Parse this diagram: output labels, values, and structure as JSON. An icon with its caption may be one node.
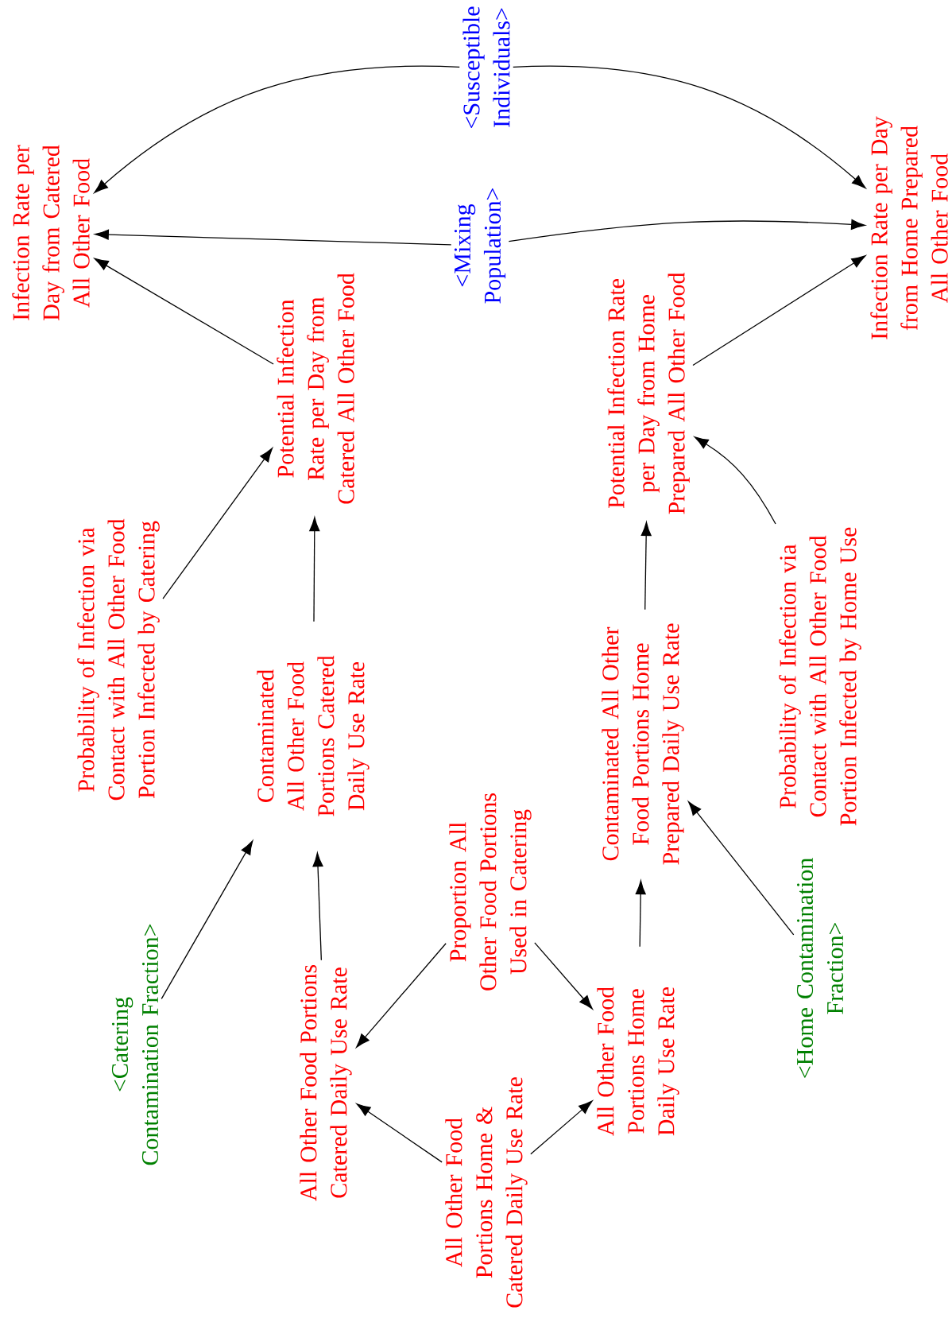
{
  "diagram": {
    "nodes": [
      {
        "text": [
          "Infection Rate per Day from Catered All Other Food"
        ]
      },
      {
        "text": [
          "<Susceptible Individuals>"
        ]
      },
      {
        "text": [
          "Infection Rate per Day from Home Prepared All Other Food"
        ]
      },
      {
        "text": [
          "<Mixing Population>"
        ]
      },
      {
        "text": [
          "Potential Infection Rate per Day from Catered All Other Food"
        ]
      },
      {
        "text": [
          "Potential Infection Rate per Day from Home Prepared All Other Food"
        ]
      },
      {
        "text": [
          "Probability of Infection via Contact with All Other Food Portion Infected by Catering"
        ]
      },
      {
        "text": [
          "Contaminated All Other Food Portions Catered Daily Use Rate"
        ]
      },
      {
        "text": [
          "Contaminated All Other Food Portions Home Prepared Daily Use Rate"
        ]
      },
      {
        "text": [
          "Probability of Infection via Contact with All Other Food Portion Infected by Home Use"
        ]
      },
      {
        "text": [
          "Proportion All Other Food Portions Used in Catering"
        ]
      },
      {
        "text": [
          "<Catering Contamination Fraction>"
        ]
      },
      {
        "text": [
          "All Other Food Portions Catered Daily Use Rate"
        ]
      },
      {
        "text": [
          "All Other Food Portions Home Daily Use Rate"
        ]
      },
      {
        "text": [
          "<Home Contamination Fraction>"
        ]
      },
      {
        "text": [
          "All Other Food Portions Home & Catered Daily Use Rate"
        ]
      }
    ],
    "edges": [
      {
        "from": 1,
        "to": 0,
        "arrow": "to"
      },
      {
        "from": 1,
        "to": 2,
        "arrow": "to"
      },
      {
        "from": 3,
        "to": 0,
        "arrow": "to"
      },
      {
        "from": 3,
        "to": 2,
        "arrow": "to"
      },
      {
        "from": 4,
        "to": 0,
        "arrow": "to"
      },
      {
        "from": 5,
        "to": 2,
        "arrow": "to"
      },
      {
        "from": 6,
        "to": 4,
        "arrow": "to"
      },
      {
        "from": 7,
        "to": 4,
        "arrow": "to"
      },
      {
        "from": 8,
        "to": 5,
        "arrow": "to"
      },
      {
        "from": 9,
        "to": 5,
        "arrow": "to"
      },
      {
        "from": 11,
        "to": 7,
        "arrow": "to"
      },
      {
        "from": 12,
        "to": 7,
        "arrow": "to"
      },
      {
        "from": 13,
        "to": 8,
        "arrow": "to"
      },
      {
        "from": 14,
        "to": 8,
        "arrow": "to"
      },
      {
        "from": 10,
        "to": 12,
        "arrow": "to"
      },
      {
        "from": 10,
        "to": 13,
        "arrow": "to"
      },
      {
        "from": 15,
        "to": 12,
        "arrow": "to"
      },
      {
        "from": 15,
        "to": 13,
        "arrow": "to"
      }
    ]
  }
}
